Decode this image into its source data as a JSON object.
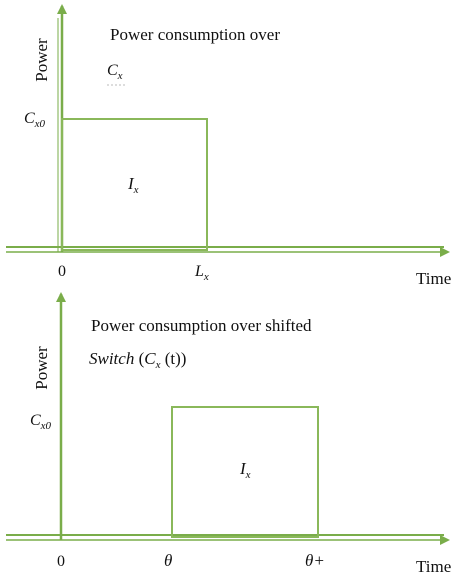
{
  "colors": {
    "axis": "#7aad4a",
    "pulse": "#8ab85a",
    "text": "#111111"
  },
  "panel_top": {
    "title": "Power consumption over",
    "subtitle_var": "C",
    "subtitle_sub": "x",
    "y_label": "Power",
    "x_label": "Time",
    "level_label_var": "C",
    "level_label_sub": "x0",
    "area_label_var": "I",
    "area_label_sub": "x",
    "tick_start": "0",
    "tick_end_var": "L",
    "tick_end_sub": "x"
  },
  "panel_bottom": {
    "title": "Power consumption over shifted",
    "subtitle_func": "Switch",
    "subtitle_open": " (",
    "subtitle_var": "C",
    "subtitle_sub": "x",
    "subtitle_arg": " (t))",
    "y_label": "Power",
    "x_label": "Time",
    "level_label_var": "C",
    "level_label_sub": "x0",
    "area_label_var": "I",
    "area_label_sub": "x",
    "tick_start": "0",
    "tick_theta": "θ",
    "tick_theta_plus": "θ+"
  }
}
